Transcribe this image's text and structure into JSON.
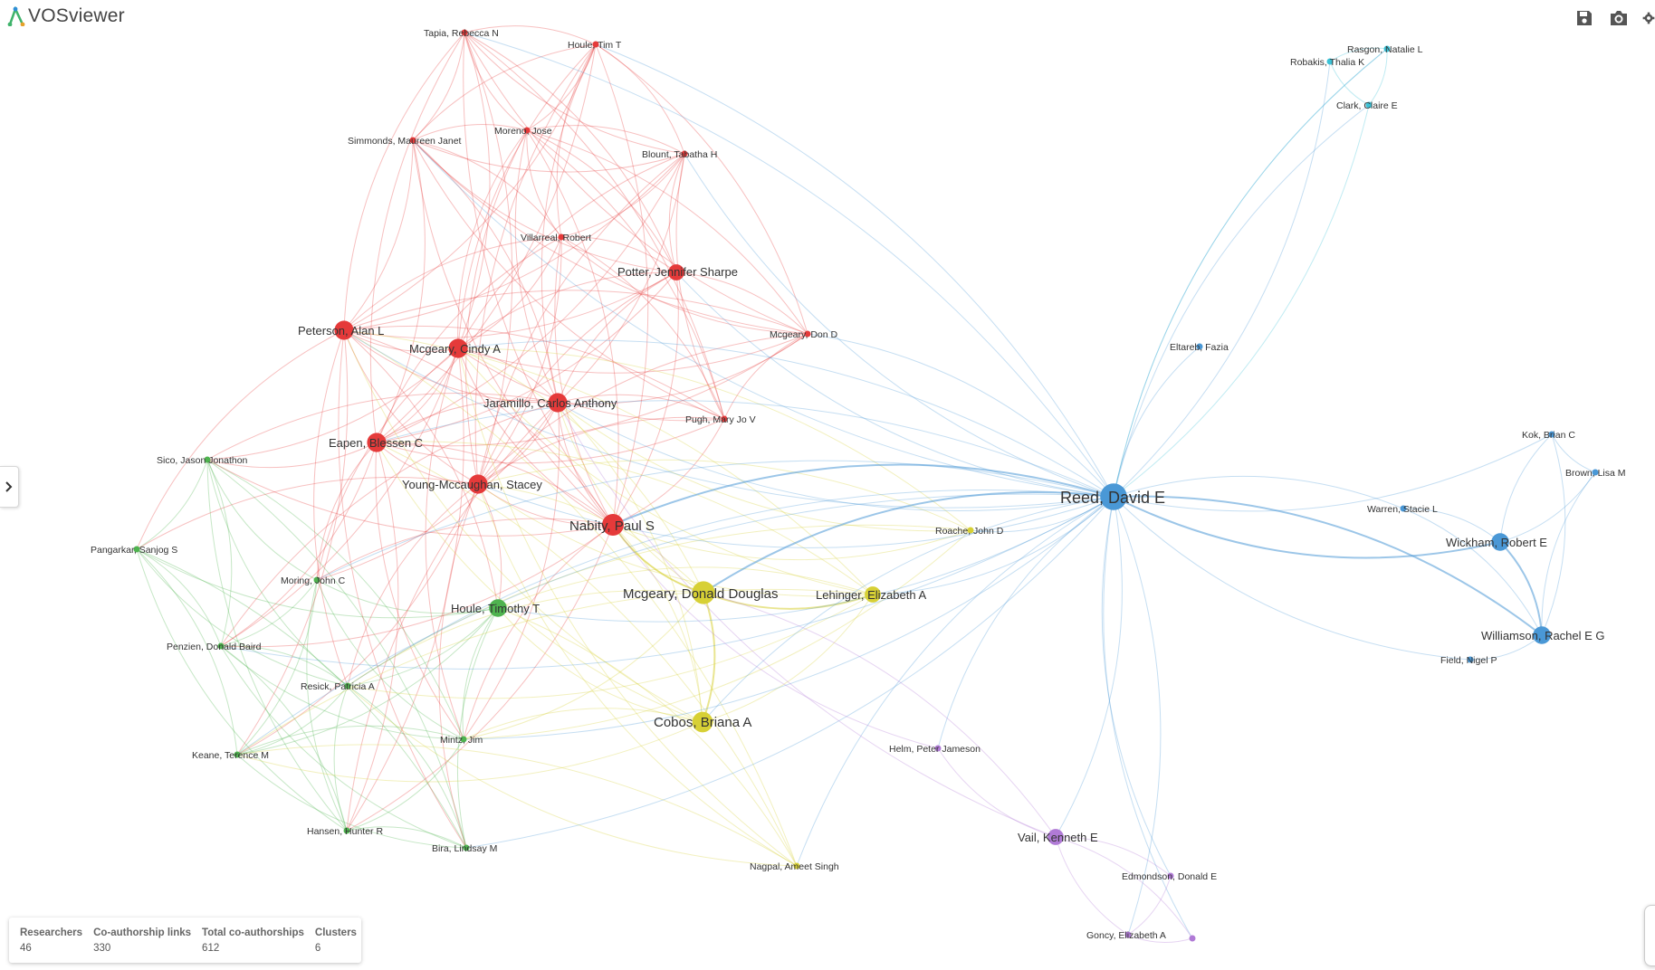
{
  "app": {
    "title": "VOSviewer"
  },
  "toolbar": {
    "icons": [
      "save-icon",
      "camera-icon",
      "gear-icon"
    ]
  },
  "stats": {
    "researchers_label": "Researchers",
    "researchers_value": "46",
    "links_label": "Co-authorship links",
    "links_value": "330",
    "total_label": "Total co-authorships",
    "total_value": "612",
    "clusters_label": "Clusters",
    "clusters_value": "6"
  },
  "colors": {
    "red": "#e53a3a",
    "green": "#4fb34f",
    "yellow": "#d7d035",
    "blue": "#4a98d6",
    "purple": "#b07ad6",
    "cyan": "#3cc2d6"
  },
  "network": {
    "nodes": [
      {
        "label": "Tapia, Rebecca N",
        "cluster": "red",
        "weight": 1
      },
      {
        "label": "Houle, Tim T",
        "cluster": "red",
        "weight": 1
      },
      {
        "label": "Moreno, Jose",
        "cluster": "red",
        "weight": 1
      },
      {
        "label": "Simmonds, Maureen Janet",
        "cluster": "red",
        "weight": 1
      },
      {
        "label": "Blount, Tabatha H",
        "cluster": "red",
        "weight": 2
      },
      {
        "label": "Villarreal, Robert",
        "cluster": "red",
        "weight": 2
      },
      {
        "label": "Potter, Jennifer Sharpe",
        "cluster": "red",
        "weight": 3
      },
      {
        "label": "Peterson, Alan L",
        "cluster": "red",
        "weight": 5
      },
      {
        "label": "Mcgeary, Cindy A",
        "cluster": "red",
        "weight": 5
      },
      {
        "label": "Mcgeary, Don D",
        "cluster": "red",
        "weight": 1
      },
      {
        "label": "Jaramillo, Carlos Anthony",
        "cluster": "red",
        "weight": 5
      },
      {
        "label": "Pugh, Mary Jo V",
        "cluster": "red",
        "weight": 2
      },
      {
        "label": "Eapen, Blessen C",
        "cluster": "red",
        "weight": 5
      },
      {
        "label": "Young-Mccaughan, Stacey",
        "cluster": "red",
        "weight": 5
      },
      {
        "label": "Nabity, Paul S",
        "cluster": "red",
        "weight": 7
      },
      {
        "label": "Sico, Jason Jonathon",
        "cluster": "green",
        "weight": 1
      },
      {
        "label": "Pangarkar, Sanjog S",
        "cluster": "green",
        "weight": 1
      },
      {
        "label": "Moring, John C",
        "cluster": "green",
        "weight": 2
      },
      {
        "label": "Houle, Timothy T",
        "cluster": "green",
        "weight": 4
      },
      {
        "label": "Penzien, Donald Baird",
        "cluster": "green",
        "weight": 2
      },
      {
        "label": "Resick, Patricia A",
        "cluster": "green",
        "weight": 2
      },
      {
        "label": "Mintz, Jim",
        "cluster": "green",
        "weight": 1
      },
      {
        "label": "Keane, Terence M",
        "cluster": "green",
        "weight": 2
      },
      {
        "label": "Hansen, Hunter R",
        "cluster": "green",
        "weight": 1
      },
      {
        "label": "Bira, Lindsay M",
        "cluster": "green",
        "weight": 1
      },
      {
        "label": "Mcgeary, Donald Douglas",
        "cluster": "yellow",
        "weight": 8
      },
      {
        "label": "Lehinger, Elizabeth A",
        "cluster": "yellow",
        "weight": 3
      },
      {
        "label": "Cobos, Briana A",
        "cluster": "yellow",
        "weight": 6
      },
      {
        "label": "Roache, John D",
        "cluster": "yellow",
        "weight": 1
      },
      {
        "label": "Nagpal, Ameet Singh",
        "cluster": "yellow",
        "weight": 1
      },
      {
        "label": "Reed, David E",
        "cluster": "blue",
        "weight": 12
      },
      {
        "label": "Eltareb, Fazia",
        "cluster": "blue",
        "weight": 1
      },
      {
        "label": "Kok, Brian C",
        "cluster": "blue",
        "weight": 1
      },
      {
        "label": "Brown, Lisa M",
        "cluster": "blue",
        "weight": 1
      },
      {
        "label": "Warren, Stacie L",
        "cluster": "blue",
        "weight": 1
      },
      {
        "label": "Wickham, Robert E",
        "cluster": "blue",
        "weight": 4
      },
      {
        "label": "Williamson, Rachel E G",
        "cluster": "blue",
        "weight": 4
      },
      {
        "label": "Field, Nigel P",
        "cluster": "blue",
        "weight": 1
      },
      {
        "label": "Rasgon, Natalie L",
        "cluster": "cyan",
        "weight": 1
      },
      {
        "label": "Robakis, Thalia K",
        "cluster": "cyan",
        "weight": 1
      },
      {
        "label": "Clark, Claire E",
        "cluster": "cyan",
        "weight": 1
      },
      {
        "label": "Helm, Peter Jameson",
        "cluster": "purple",
        "weight": 1
      },
      {
        "label": "Vail, Kenneth E",
        "cluster": "purple",
        "weight": 3
      },
      {
        "label": "Edmondson, Donald E",
        "cluster": "purple",
        "weight": 1
      },
      {
        "label": "Goncy, Elizabeth A",
        "cluster": "purple",
        "weight": 1
      },
      {
        "label": "",
        "cluster": "purple",
        "weight": 1
      }
    ]
  }
}
